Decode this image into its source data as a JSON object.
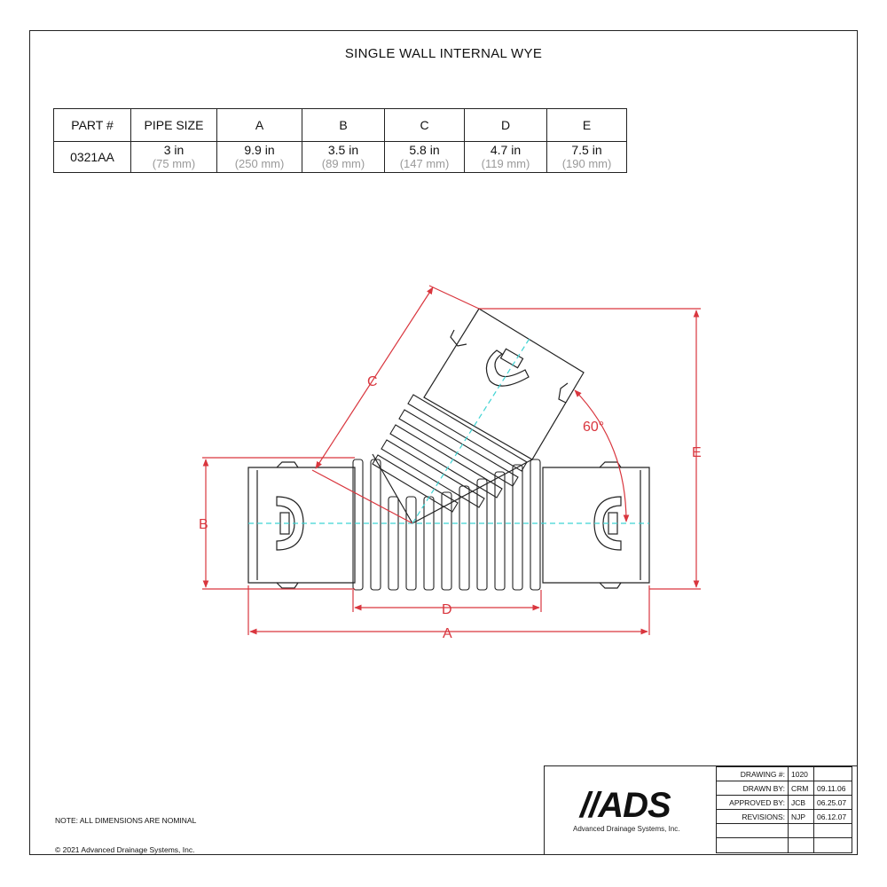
{
  "title": "SINGLE WALL INTERNAL WYE",
  "table": {
    "headers": [
      "PART #",
      "PIPE SIZE",
      "A",
      "B",
      "C",
      "D",
      "E"
    ],
    "rows": [
      {
        "part": "0321AA",
        "pipe_size_in": "3 in",
        "pipe_size_mm": "(75 mm)",
        "a_in": "9.9 in",
        "a_mm": "(250 mm)",
        "b_in": "3.5 in",
        "b_mm": "(89 mm)",
        "c_in": "5.8 in",
        "c_mm": "(147 mm)",
        "d_in": "4.7 in",
        "d_mm": "(119 mm)",
        "e_in": "7.5 in",
        "e_mm": "(190 mm)"
      }
    ]
  },
  "drawing": {
    "labels": {
      "a": "A",
      "b": "B",
      "c": "C",
      "d": "D",
      "e": "E",
      "angle": "60°"
    },
    "colors": {
      "dimension": "#d9363e",
      "centerline": "#3fd3d3",
      "outline": "#222222"
    }
  },
  "note": "NOTE: ALL DIMENSIONS ARE NOMINAL",
  "copyright": "© 2021 Advanced Drainage Systems, Inc.",
  "logo": {
    "text": "//ADS",
    "subtitle": "Advanced Drainage Systems, Inc."
  },
  "title_block": {
    "drawing_label": "DRAWING #:",
    "drawing_value": "1020",
    "drawn_label": "DRAWN BY:",
    "drawn_initials": "CRM",
    "drawn_date": "09.11.06",
    "approved_label": "APPROVED BY:",
    "approved_initials": "JCB",
    "approved_date": "06.25.07",
    "revisions_label": "REVISIONS:",
    "revisions_initials": "NJP",
    "revisions_date": "06.12.07"
  }
}
